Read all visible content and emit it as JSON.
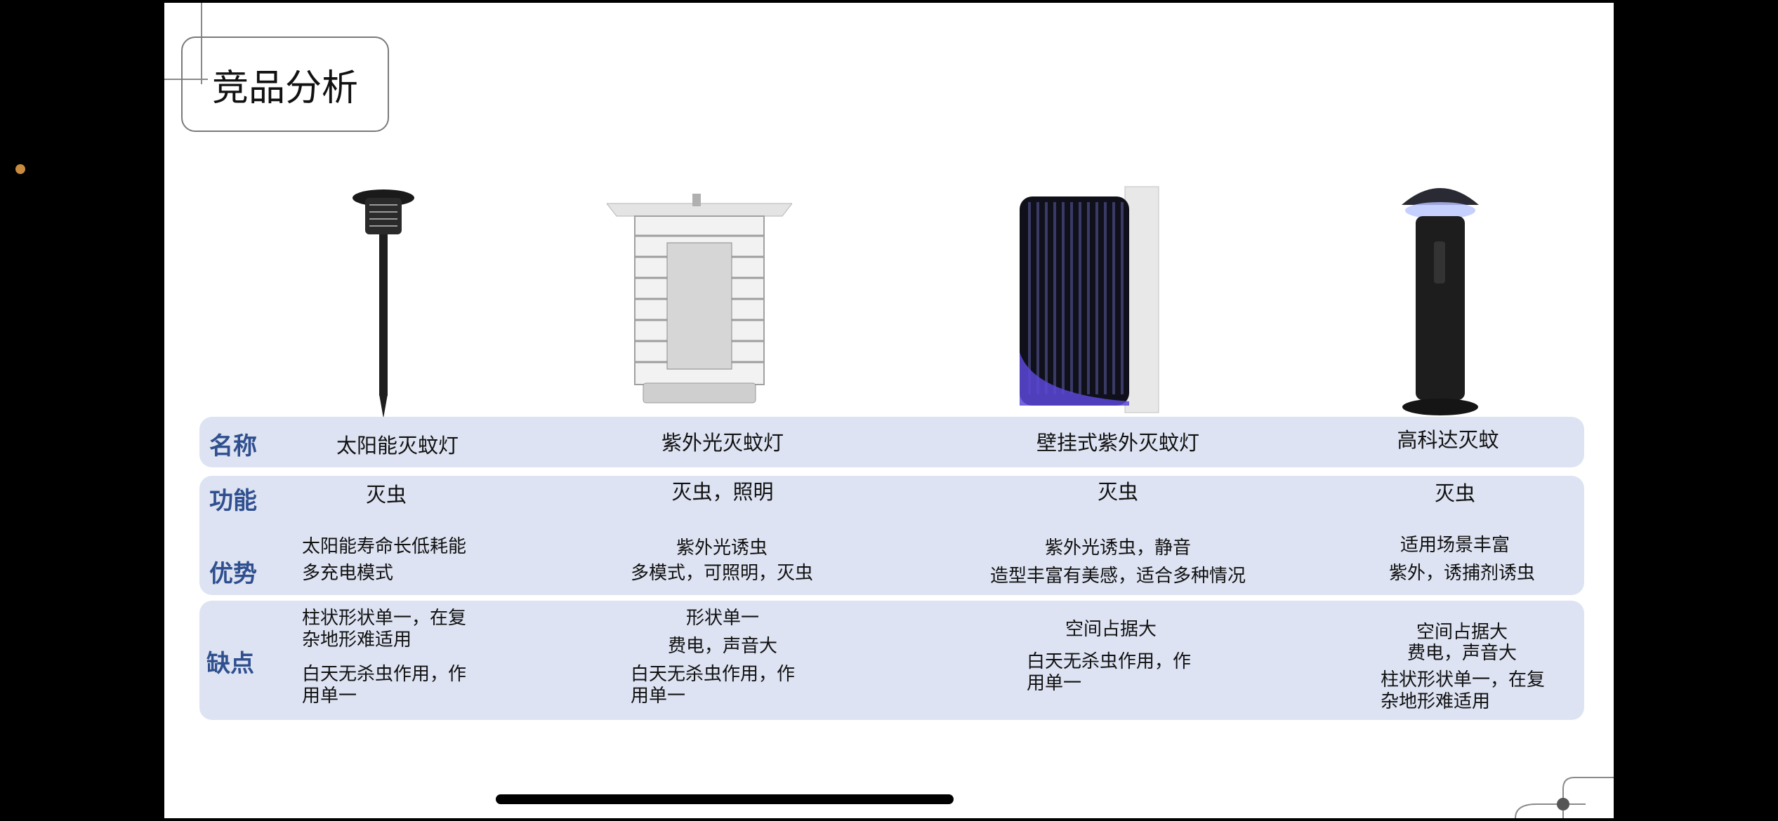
{
  "slide": {
    "title": "竞品分析"
  },
  "row_labels": {
    "name": "名称",
    "function": "功能",
    "advantage": "优势",
    "disadvantage": "缺点"
  },
  "products": [
    {
      "image_icon": "solar-stake-lamp",
      "name": "太阳能灭蚊灯",
      "function": "灭虫",
      "advantages": [
        "太阳能寿命长低耗能",
        "多充电模式"
      ],
      "disadvantages": [
        "柱状形状单一，在复杂地形难适用",
        "白天无杀虫作用，作用单一"
      ]
    },
    {
      "image_icon": "uv-cage-lamp",
      "name": "紫外光灭蚊灯",
      "function": "灭虫，照明",
      "advantages": [
        "紫外光诱虫",
        "多模式，可照明，灭虫"
      ],
      "disadvantages": [
        "形状单一",
        "费电，声音大",
        "白天无杀虫作用，作用单一"
      ]
    },
    {
      "image_icon": "wall-mounted-uv-lamp",
      "name": "壁挂式紫外灭蚊灯",
      "function": "灭虫",
      "advantages": [
        "紫外光诱虫，静音",
        "造型丰富有美感，适合多种情况"
      ],
      "disadvantages": [
        "空间占据大",
        "白天无杀虫作用，作用单一"
      ]
    },
    {
      "image_icon": "column-mosquito-trap",
      "name": "高科达灭蚊",
      "function": "灭虫",
      "advantages": [
        "适用场景丰富",
        "紫外，诱捕剂诱虫"
      ],
      "disadvantages": [
        "空间占据大",
        "费电，声音大",
        "柱状形状单一，在复杂地形难适用"
      ]
    }
  ],
  "colors": {
    "band": "#dde3f2",
    "label": "#2f4f8f",
    "accent_dot": "#c98b3d"
  }
}
